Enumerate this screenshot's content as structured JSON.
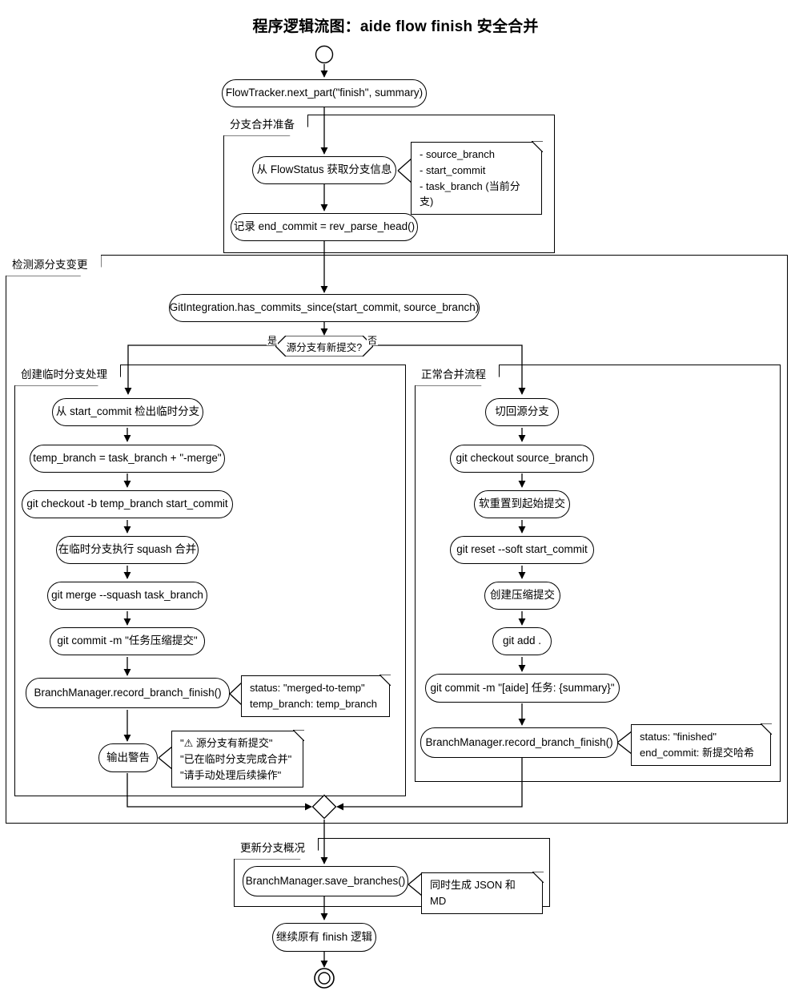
{
  "title": "程序逻辑流图：aide flow finish 安全合并",
  "subgraphs": {
    "prep": "分支合并准备",
    "detect": "检测源分支变更",
    "temp": "创建临时分支处理",
    "normal": "正常合并流程",
    "update": "更新分支概况"
  },
  "nodes": {
    "start": "start-circle",
    "flow_tracker": "FlowTracker.next_part(\"finish\", summary)",
    "get_branch_info": "从 FlowStatus 获取分支信息",
    "record_end_commit": "记录 end_commit = rev_parse_head()",
    "has_commits_since": "GitIntegration.has_commits_since(start_commit, source_branch)",
    "decision": "源分支有新提交?",
    "temp_checkout": "从 start_commit 检出临时分支",
    "temp_branch_assign": "temp_branch = task_branch + \"-merge\"",
    "git_checkout_b": "git checkout -b temp_branch start_commit",
    "squash_on_temp": "在临时分支执行 squash 合并",
    "git_merge_squash": "git merge --squash task_branch",
    "git_commit_squash": "git commit -m \"任务压缩提交\"",
    "record_branch_finish_temp": "BranchManager.record_branch_finish()",
    "output_warning": "输出警告",
    "switch_source": "切回源分支",
    "git_checkout_source": "git checkout source_branch",
    "soft_reset": "软重置到起始提交",
    "git_reset_soft": "git reset --soft start_commit",
    "create_squash_commit": "创建压缩提交",
    "git_add": "git add .",
    "git_commit_aide": "git commit -m \"[aide] 任务: {summary}\"",
    "record_branch_finish_normal": "BranchManager.record_branch_finish()",
    "merge_point": "merge-diamond",
    "save_branches": "BranchManager.save_branches()",
    "continue_finish": "继续原有 finish 逻辑",
    "end": "end-circle"
  },
  "edge_labels": {
    "yes": "是",
    "no": "否"
  },
  "notes": {
    "branch_info": "- source_branch\n- start_commit\n- task_branch (当前分支)",
    "temp_status": "status: \"merged-to-temp\"\ntemp_branch: temp_branch",
    "warning": "\"⚠ 源分支有新提交\"\n\"已在临时分支完成合并\"\n\"请手动处理后续操作\"",
    "finished_status": "status: \"finished\"\nend_commit: 新提交哈希",
    "save_note": "同时生成 JSON 和 MD"
  },
  "colors": {
    "stroke": "#000000",
    "fill": "#ffffff",
    "text": "#000000"
  }
}
